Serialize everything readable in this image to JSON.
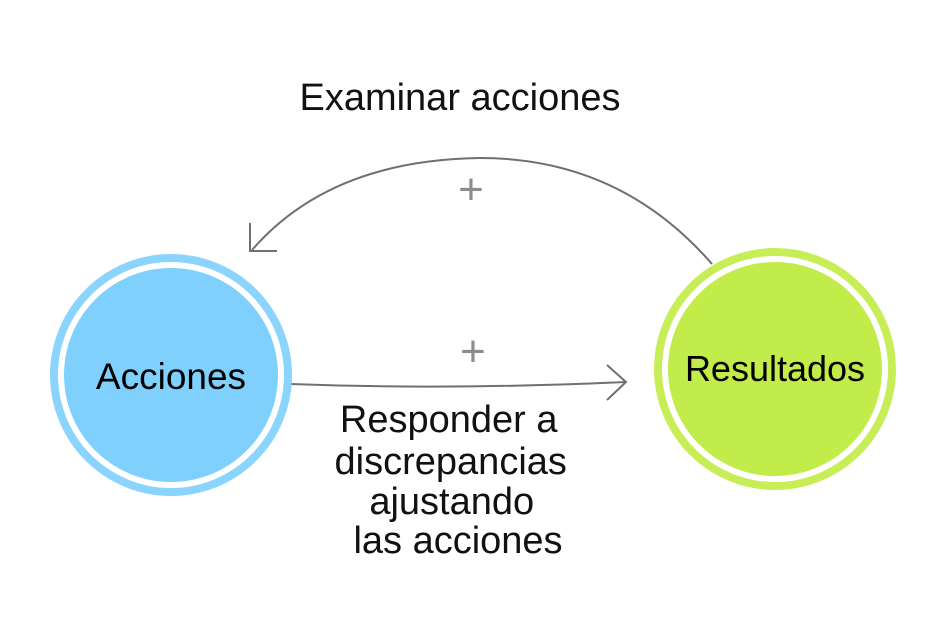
{
  "top_label": "Examinar acciones",
  "bottom_label_lines": [
    "Responder a",
    "discrepancias",
    "ajustando",
    "las acciones"
  ],
  "node_left": {
    "label": "Acciones",
    "fill": "#7fd0fc",
    "ring": "#8ad4fd"
  },
  "node_right": {
    "label": "Resultados",
    "fill": "#c1ec4a",
    "ring": "#c8ee57"
  },
  "top_sign": "+",
  "bottom_sign": "+",
  "arrow_color": "#707070",
  "sign_color": "#8c8c8c"
}
